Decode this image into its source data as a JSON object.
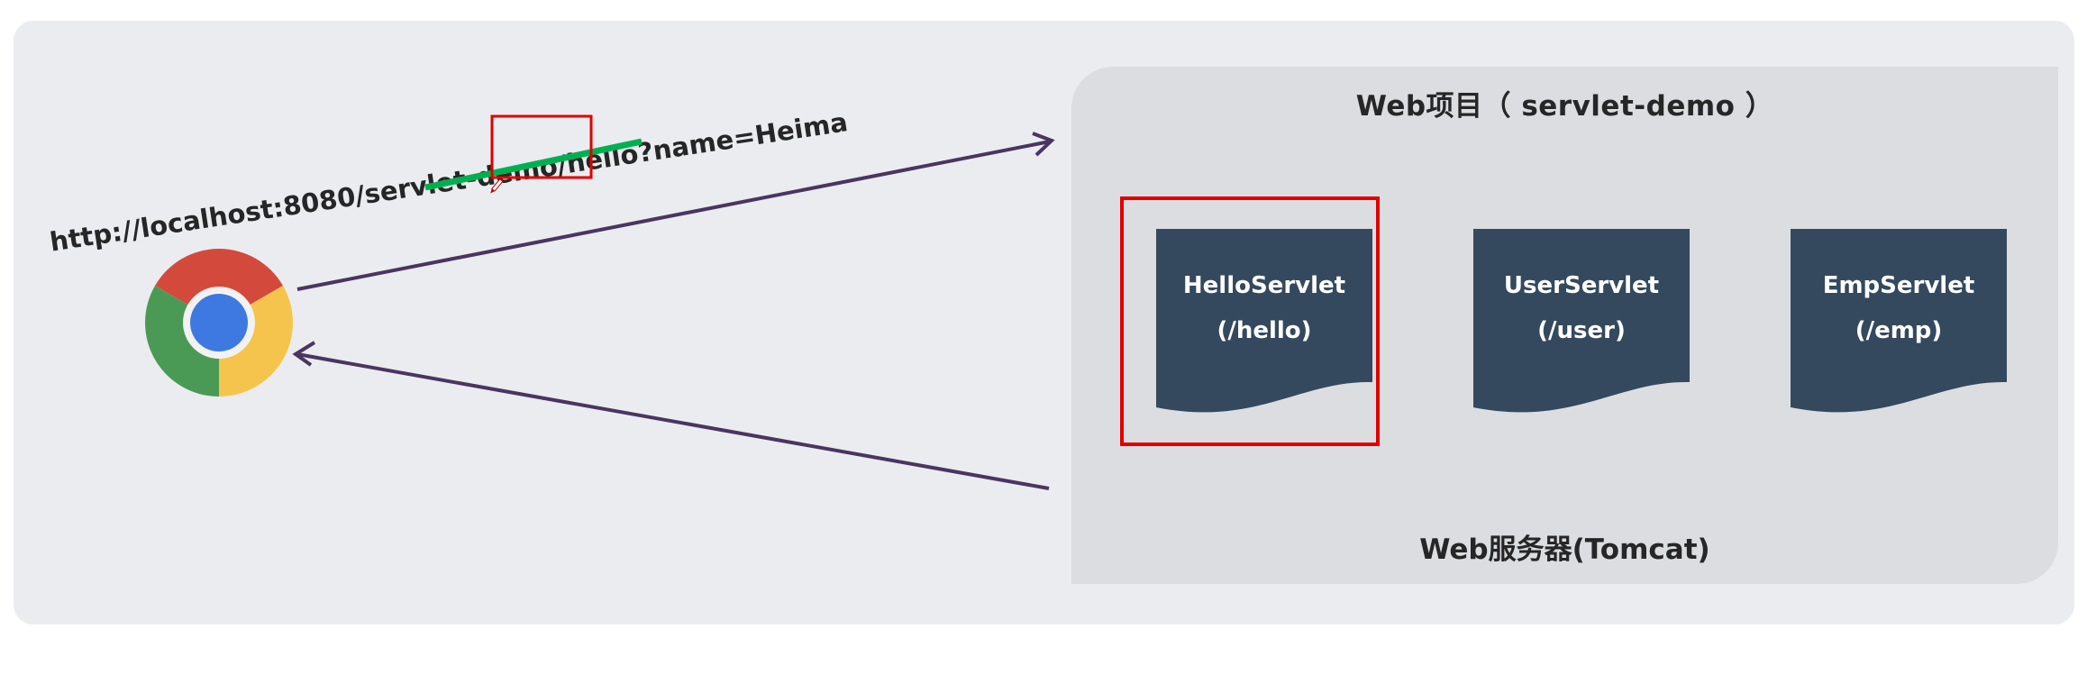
{
  "url": "http://localhost:8080/servlet-demo/hello?name=Heima",
  "web_project": {
    "title": "Web项目（ servlet-demo ）"
  },
  "web_server": {
    "label": "Web服务器(Tomcat)"
  },
  "servlets": [
    {
      "name": "HelloServlet",
      "path": "(/hello)",
      "highlighted": true
    },
    {
      "name": "UserServlet",
      "path": "(/user)",
      "highlighted": false
    },
    {
      "name": "EmpServlet",
      "path": "(/emp)",
      "highlighted": false
    }
  ],
  "icons": {
    "browser": "chrome-browser-icon",
    "cursor": "pen-cursor-icon"
  },
  "colors": {
    "panel_bg": "#ebecf0",
    "server_bg": "#dcdde1",
    "servlet_fill": "#34495e",
    "arrow": "#4a3560",
    "highlight": "#e00000",
    "underline": "#00b050"
  }
}
